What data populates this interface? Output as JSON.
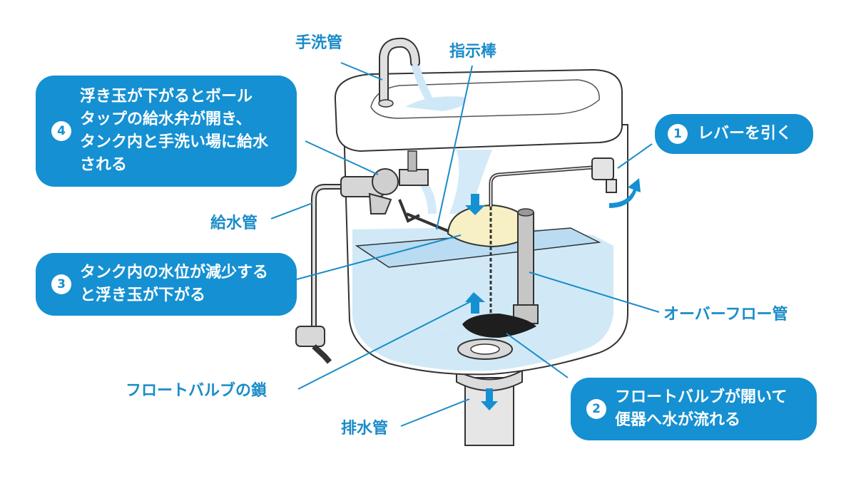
{
  "labels": {
    "tesenkan": "手洗管",
    "shijibou": "指示棒",
    "kyusuikan": "給水管",
    "overflow": "オーバーフロー管",
    "chain": "フロートバルブの鎖",
    "haisuikan": "排水管"
  },
  "steps": [
    {
      "num": "1",
      "text": "レバーを引く"
    },
    {
      "num": "2",
      "text": "フロートバルブが開いて\n便器へ水が流れる"
    },
    {
      "num": "3",
      "text": "タンク内の水位が減少する\nと浮き玉が下がる"
    },
    {
      "num": "4",
      "text": "浮き玉が下がるとボール\nタップの給水弁が開き、\nタンク内と手洗い場に給水\nされる"
    }
  ],
  "colors": {
    "accent": "#1590d2",
    "label": "#1a8cc8",
    "water": "#cfe8f7",
    "arrow": "#1590d2",
    "outline": "#333333",
    "float": "#f7f0c4",
    "valve": "#1e1e1e"
  }
}
